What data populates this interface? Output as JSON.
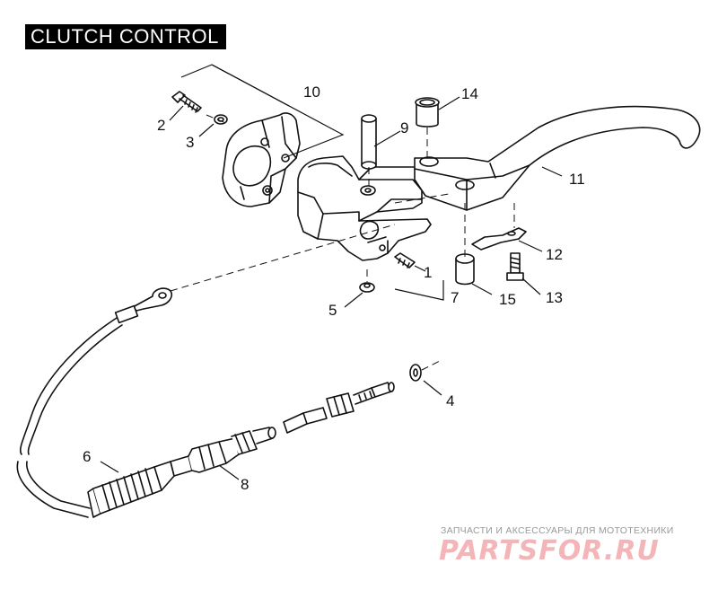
{
  "header": {
    "title": "CLUTCH CONTROL"
  },
  "callouts": [
    {
      "id": "1",
      "label": "1"
    },
    {
      "id": "2",
      "label": "2"
    },
    {
      "id": "3",
      "label": "3"
    },
    {
      "id": "4",
      "label": "4"
    },
    {
      "id": "5",
      "label": "5"
    },
    {
      "id": "6",
      "label": "6"
    },
    {
      "id": "7",
      "label": "7"
    },
    {
      "id": "8",
      "label": "8"
    },
    {
      "id": "9",
      "label": "9"
    },
    {
      "id": "10",
      "label": "10"
    },
    {
      "id": "11",
      "label": "11"
    },
    {
      "id": "12",
      "label": "12"
    },
    {
      "id": "13",
      "label": "13"
    },
    {
      "id": "14",
      "label": "14"
    },
    {
      "id": "15",
      "label": "15"
    }
  ],
  "watermark": {
    "subtitle": "ЗАПЧАСТИ И АКСЕССУАРЫ ДЛЯ МОТОТЕХНИКИ",
    "brand": "PARTSFOR.RU",
    "brand_color": "#f4b5b8"
  }
}
